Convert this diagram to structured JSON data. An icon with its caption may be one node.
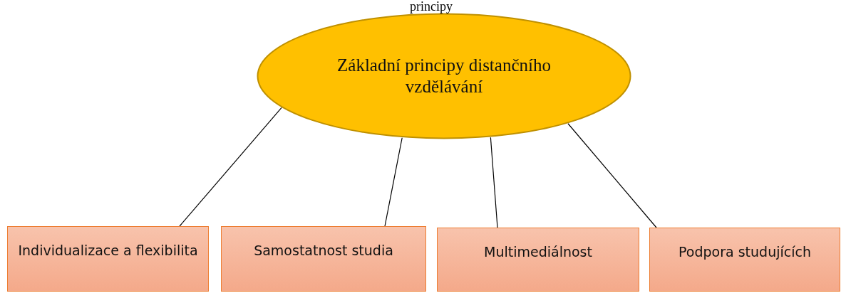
{
  "diagram": {
    "nodes": [
      {
        "text": [
          "Základní principy distančního vzdělávání"
        ]
      },
      {
        "text": [
          "Individualizace a flexibilita"
        ]
      },
      {
        "text": [
          "Samostatnost studia"
        ]
      },
      {
        "text": [
          "Multimediálnost"
        ]
      },
      {
        "text": [
          "Podpora studujících"
        ]
      }
    ],
    "edges": [
      {
        "from": 0,
        "to": 1,
        "arrow": "none"
      },
      {
        "from": 0,
        "to": 2,
        "arrow": "none"
      },
      {
        "from": 0,
        "to": 3,
        "arrow": "none"
      },
      {
        "from": 0,
        "to": 4,
        "arrow": "none"
      }
    ],
    "labels": [
      "principy"
    ]
  }
}
